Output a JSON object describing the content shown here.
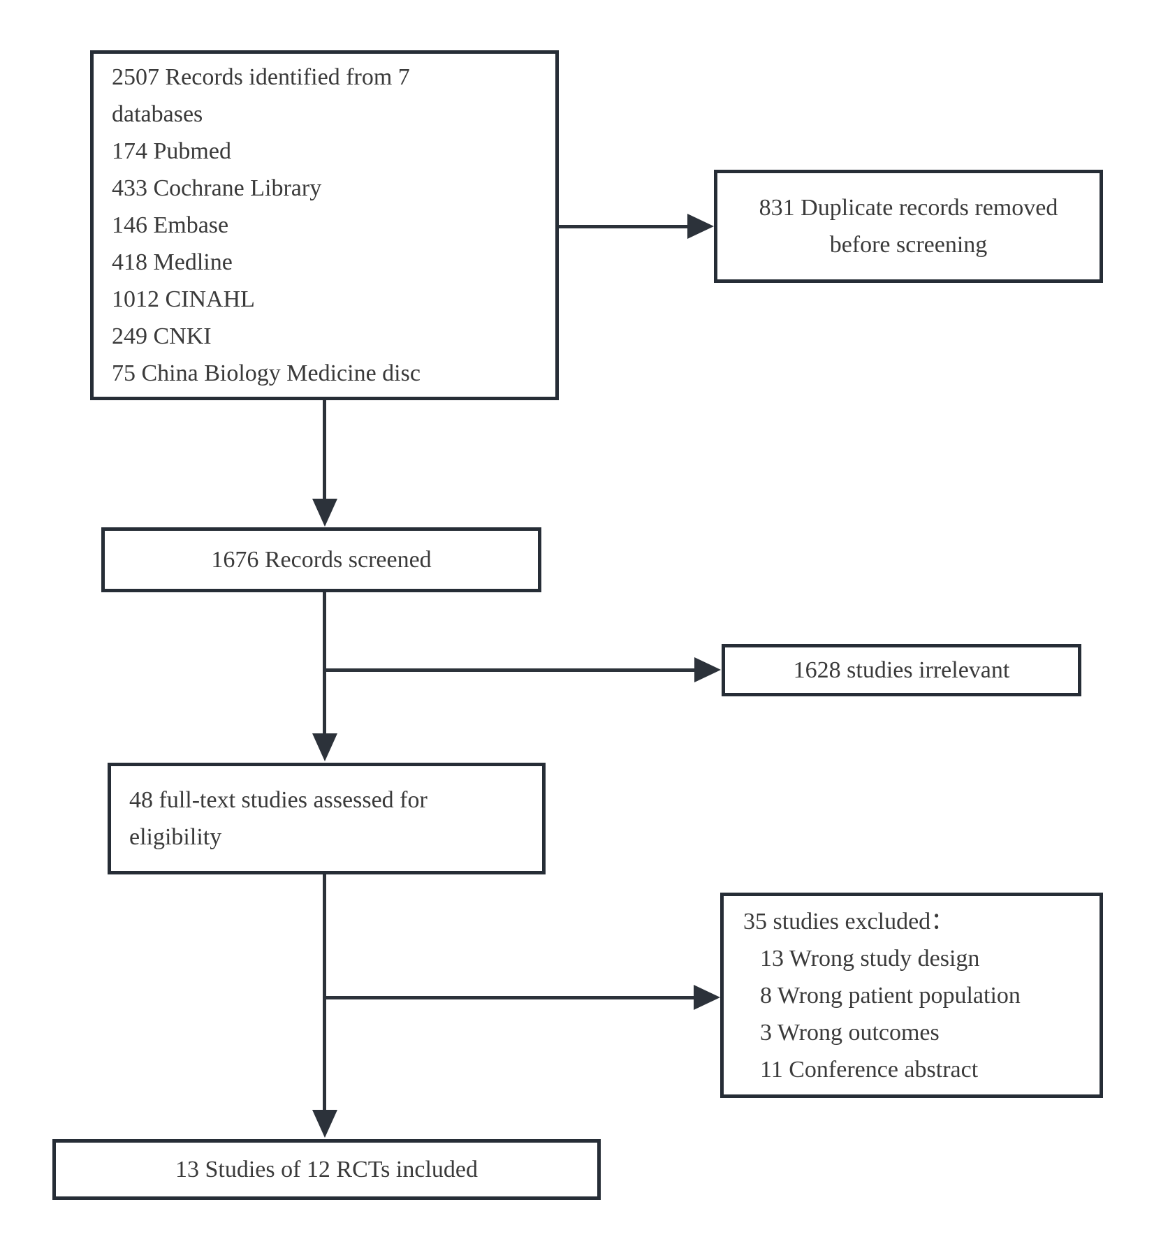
{
  "colors": {
    "border": "#262d36",
    "line": "#2c323a",
    "text": "#3a3a3a",
    "background": "#ffffff"
  },
  "boxes": {
    "identification": {
      "lines": [
        "2507 Records identified from 7",
        "databases",
        "174 Pubmed",
        "433 Cochrane Library",
        "146 Embase",
        "418 Medline",
        "1012 CINAHL",
        "249 CNKI",
        "75 China Biology Medicine disc"
      ]
    },
    "duplicates_removed": {
      "lines": [
        "831 Duplicate records removed",
        "before screening"
      ]
    },
    "records_screened": {
      "label": "1676 Records screened"
    },
    "studies_irrelevant": {
      "label": "1628 studies irrelevant"
    },
    "fulltext_assessed": {
      "lines": [
        "48 full-text studies assessed for",
        "eligibility"
      ]
    },
    "studies_excluded": {
      "heading": "35 studies excluded：",
      "reasons": [
        "13 Wrong study design",
        "8 Wrong patient population",
        "3 Wrong outcomes",
        "11 Conference abstract"
      ]
    },
    "included": {
      "label": "13 Studies of 12 RCTs included"
    }
  }
}
